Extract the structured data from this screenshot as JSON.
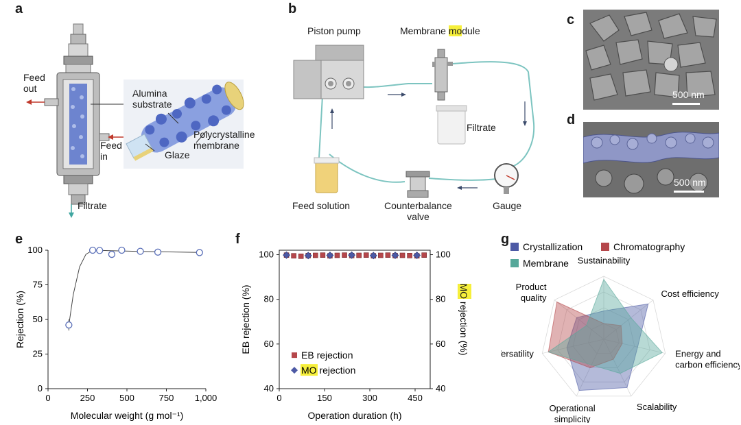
{
  "panels": {
    "a": {
      "letter": "a",
      "feed_out": [
        "Feed",
        "out"
      ],
      "feed_in": [
        "Feed",
        "in"
      ],
      "alumina": [
        "Alumina",
        "substrate"
      ],
      "polycrystalline": [
        "Polycrystalline",
        "membrane"
      ],
      "glaze": "Glaze",
      "filtrate": "Filtrate"
    },
    "b": {
      "letter": "b",
      "piston_pump": "Piston pump",
      "membrane_module_pre": "Membrane ",
      "membrane_module_hl": "mo",
      "membrane_module_post": "dule",
      "filtrate": "Filtrate",
      "gauge": "Gauge",
      "counterbalance": [
        "Counterbalance",
        "valve"
      ],
      "feed_solution": "Feed solution"
    },
    "c": {
      "letter": "c",
      "scale": "500 nm"
    },
    "d": {
      "letter": "d",
      "scale": "500 nm"
    },
    "e": {
      "letter": "e"
    },
    "f": {
      "letter": "f"
    },
    "g": {
      "letter": "g"
    }
  },
  "colors": {
    "line_e": "#5a6fb8",
    "eb": "#b5474b",
    "mo": "#4d5aa5",
    "crystallization": "#4d5aa5",
    "chromatography": "#b5474b",
    "membrane": "#56a89a",
    "pipe": "#7cc4c0",
    "highlight": "#f6ef3b"
  },
  "chart_data": [
    {
      "panel": "e",
      "type": "line",
      "xlabel_parts": [
        "Mo",
        "lecular weight (g ",
        "mo",
        "l⁻¹)"
      ],
      "ylabel": "Rejection (%)",
      "xlim": [
        0,
        1000
      ],
      "ylim": [
        0,
        100
      ],
      "xticks": [
        0,
        250,
        500,
        750,
        1000
      ],
      "xtick_labels": [
        "0",
        "250",
        "500",
        "750",
        "1,000"
      ],
      "yticks": [
        0,
        25,
        50,
        75,
        100
      ],
      "points": [
        {
          "x": 132,
          "y": 46,
          "err": 4
        },
        {
          "x": 283,
          "y": 100
        },
        {
          "x": 327,
          "y": 99.8
        },
        {
          "x": 404,
          "y": 97
        },
        {
          "x": 467,
          "y": 100
        },
        {
          "x": 585,
          "y": 99.2
        },
        {
          "x": 696,
          "y": 98.6
        },
        {
          "x": 960,
          "y": 98.3
        }
      ],
      "fit": [
        [
          132,
          46
        ],
        [
          160,
          68
        ],
        [
          200,
          88
        ],
        [
          240,
          97
        ],
        [
          283,
          100
        ],
        [
          400,
          99.6
        ],
        [
          600,
          99.1
        ],
        [
          960,
          98.4
        ]
      ]
    },
    {
      "panel": "f",
      "type": "scatter",
      "xlabel": "Operation duration (h)",
      "ylabel_left": "EB rejection (%)",
      "ylabel_right_pre": "",
      "ylabel_right_hl": "MO",
      "ylabel_right_post": " rejection (%)",
      "xlim": [
        0,
        500
      ],
      "ylim": [
        40,
        102
      ],
      "xticks": [
        0,
        150,
        300,
        450
      ],
      "yticks": [
        40,
        60,
        80,
        100
      ],
      "series": [
        {
          "name": "EB rejection",
          "x": [
            24,
            48,
            72,
            96,
            120,
            144,
            168,
            192,
            216,
            240,
            264,
            288,
            312,
            336,
            360,
            384,
            408,
            432,
            456,
            480
          ],
          "y": [
            99.8,
            99.5,
            99.3,
            99.6,
            99.7,
            99.8,
            99.5,
            99.7,
            99.8,
            99.6,
            99.7,
            99.8,
            99.5,
            99.7,
            99.8,
            99.6,
            99.7,
            99.6,
            99.5,
            99.8
          ]
        },
        {
          "name_hl": "MO",
          "name_post": " rejection",
          "x": [
            24,
            96,
            168,
            240,
            312,
            384,
            456
          ],
          "y": [
            99.8,
            99.6,
            99.7,
            99.8,
            99.6,
            99.7,
            99.7
          ]
        }
      ]
    },
    {
      "panel": "g",
      "type": "radar",
      "axes": [
        "Sustainability",
        "Cost efficiency",
        "Energy and carbon efficiency",
        "Scalability",
        "Operational simplicity",
        "Versatility",
        "Product quality"
      ],
      "axis_labels": [
        [
          "Sustainability"
        ],
        [
          "Cost efficiency"
        ],
        [
          "Energy and",
          "carbon efficiency"
        ],
        [
          "Scalability"
        ],
        [
          "Operational",
          "simplicity"
        ],
        [
          "Versatility"
        ],
        [
          "Product",
          "quality"
        ]
      ],
      "series": [
        {
          "name": "Crystallization",
          "values": [
            0.45,
            0.9,
            0.55,
            0.85,
            0.9,
            0.6,
            0.55
          ]
        },
        {
          "name": "Chromatography",
          "values": [
            0.25,
            0.35,
            0.3,
            0.35,
            0.5,
            0.9,
            0.95
          ]
        },
        {
          "name": "Membrane",
          "values": [
            0.95,
            0.55,
            0.95,
            0.6,
            0.45,
            0.9,
            0.35
          ]
        }
      ]
    }
  ]
}
